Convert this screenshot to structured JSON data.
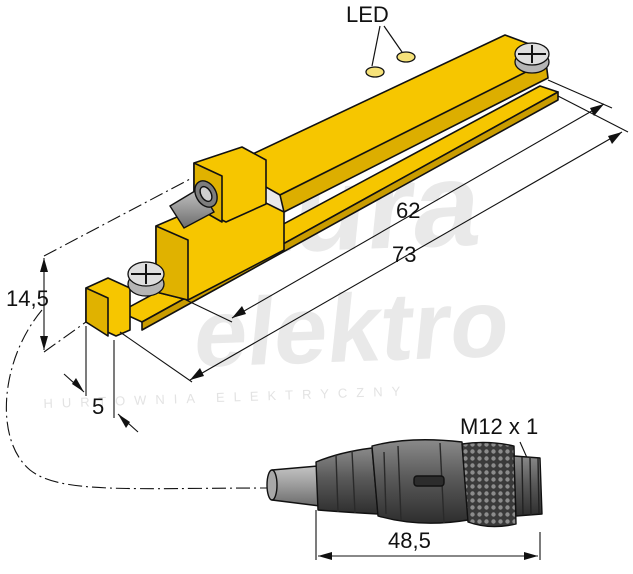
{
  "watermark": {
    "word_top": "aura",
    "word_bottom": "elektro",
    "tagline": "HURTOWNIA ELEKTRYCZNY"
  },
  "labels": {
    "led": "LED",
    "thread": "M12 x 1"
  },
  "dimensions": {
    "length_inner": "62",
    "length_total": "73",
    "height": "14,5",
    "width": "5",
    "connector_length": "48,5"
  },
  "colors": {
    "housing": "#f6c600",
    "housing_shadow": "#d9a900",
    "outline": "#111111",
    "cable": "#9a9a9a",
    "connector": "#5e5e5e",
    "background": "#ffffff"
  }
}
